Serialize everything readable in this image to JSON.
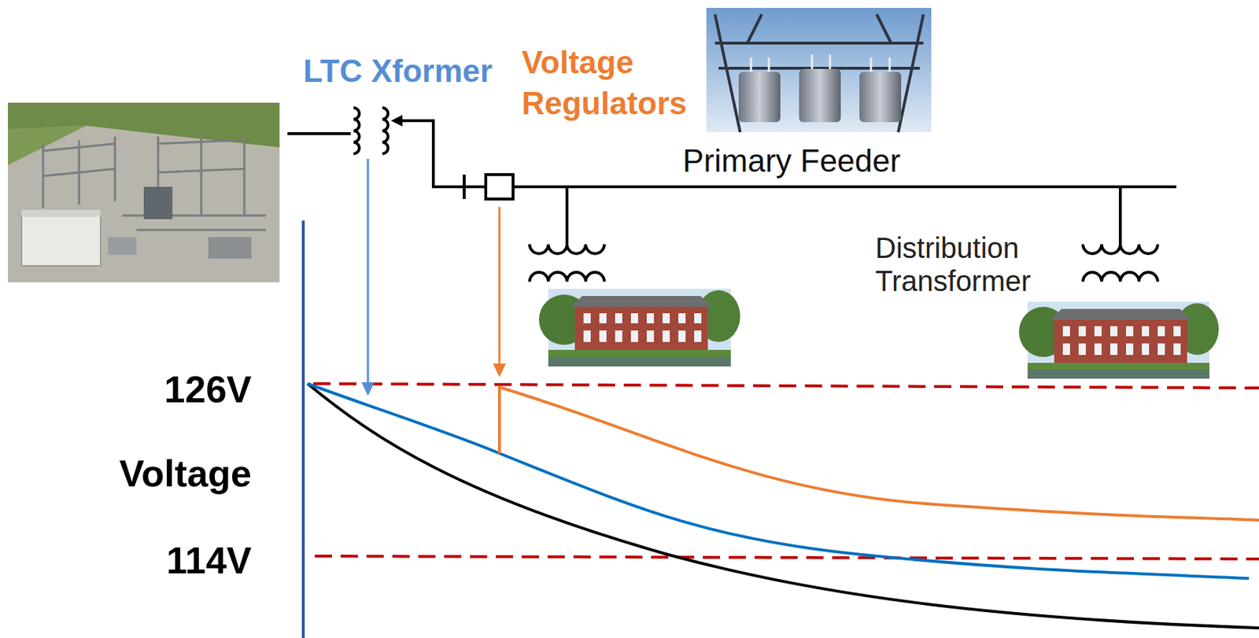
{
  "diagram": {
    "labels": [
      "LTC Xformer",
      "Voltage Regulators",
      "Primary Feeder",
      "Distribution Transformer",
      "126V",
      "Voltage",
      "114V"
    ]
  }
}
